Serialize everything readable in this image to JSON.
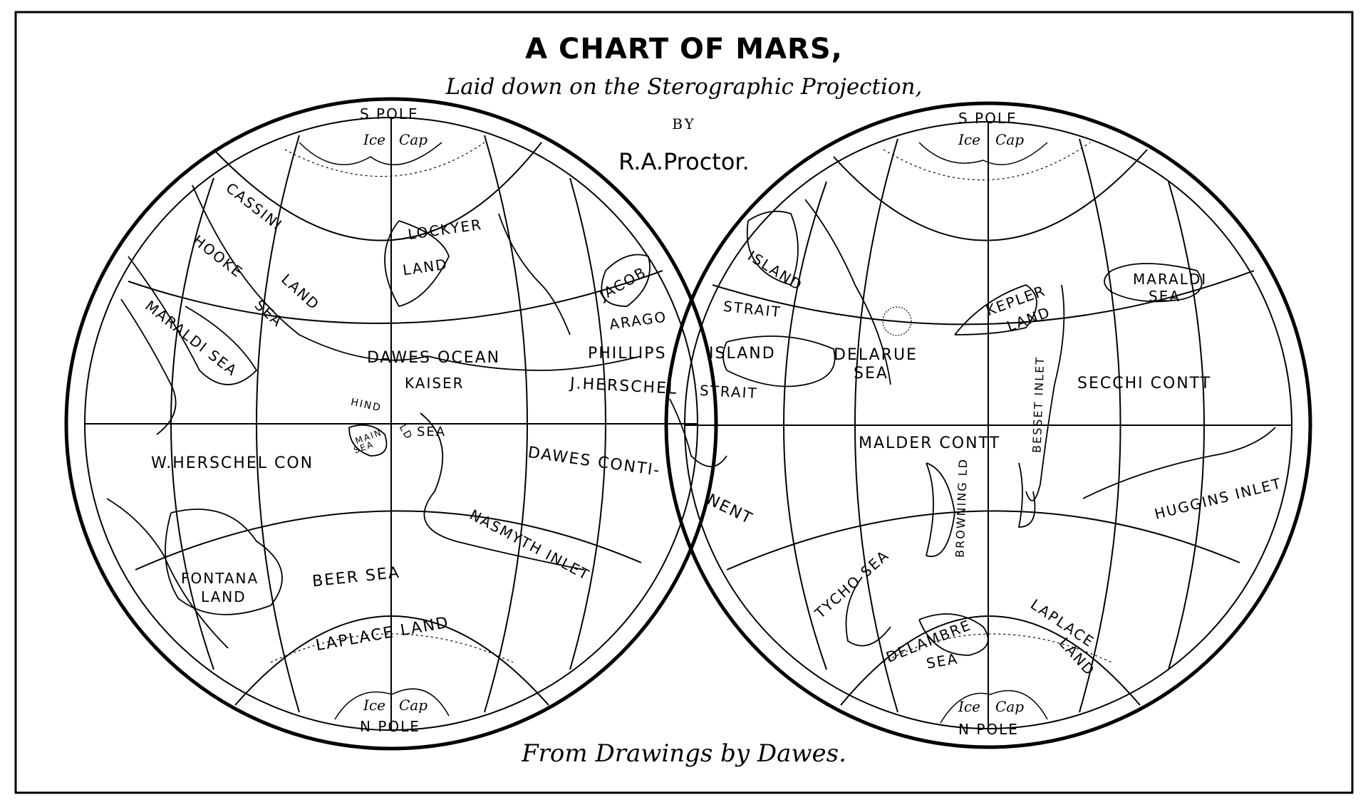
{
  "title": "A CHART OF MARS,",
  "subtitle": "Laid down on the Sterographic Projection,",
  "by": "BY",
  "author": "R.A.Proctor.",
  "footer": "From Drawings by Dawes.",
  "left": {
    "s_pole": "S Pole",
    "n_pole": "N Pole",
    "ice_cap_top_1": "Ice",
    "ice_cap_top_2": "Cap",
    "ice_cap_bottom_1": "Ice",
    "ice_cap_bottom_2": "Cap",
    "cassini": "Cassini",
    "hooke": "Hooke",
    "land": "Land",
    "sea": "Sea",
    "lockyer": "Lockyer",
    "lockyer_land": "Land",
    "jacob": "Jacob",
    "arago": "Arago",
    "maraldi_sea": "Maraldi Sea",
    "dawes_ocean": "Dawes Ocean",
    "kaiser": "Kaiser",
    "hind": "Hind",
    "ld": "Ld",
    "hind_sea": "Sea",
    "main": "Main",
    "main_sea": "Sea",
    "w_herschel": "W.Herschel Con",
    "fontana": "Fontana",
    "fontana_land": "Land",
    "beer_sea": "Beer Sea",
    "nasmyth": "Nasmyth Inlet",
    "laplace_land": "Laplace Land"
  },
  "middle": {
    "phillips": "Phillips",
    "j_herschel": "J.Herschel",
    "island_1": "Island",
    "strait_1": "Strait",
    "island_2": "Island",
    "strait_2": "Strait",
    "dawes_conti": "Dawes Conti-",
    "nent": "nent"
  },
  "right": {
    "s_pole": "S Pole",
    "n_pole": "N Pole",
    "ice_cap_top_1": "Ice",
    "ice_cap_top_2": "Cap",
    "ice_cap_bottom_1": "Ice",
    "ice_cap_bottom_2": "Cap",
    "maraldi": "Maraldi",
    "maraldi_sea": "Sea",
    "kepler": "Kepler",
    "kepler_land": "Land",
    "delarue": "Delarue",
    "delarue_sea": "Sea",
    "secchi": "Secchi ContT",
    "bessel_inlet": "Besset Inlet",
    "malder": "Malder ContT",
    "browning": "Browning Ld",
    "huggins": "Huggins Inlet",
    "tycho": "Tycho Sea",
    "delambre": "Delambre",
    "delambre_sea": "Sea",
    "laplace": "Laplace",
    "laplace_land": "Land"
  }
}
